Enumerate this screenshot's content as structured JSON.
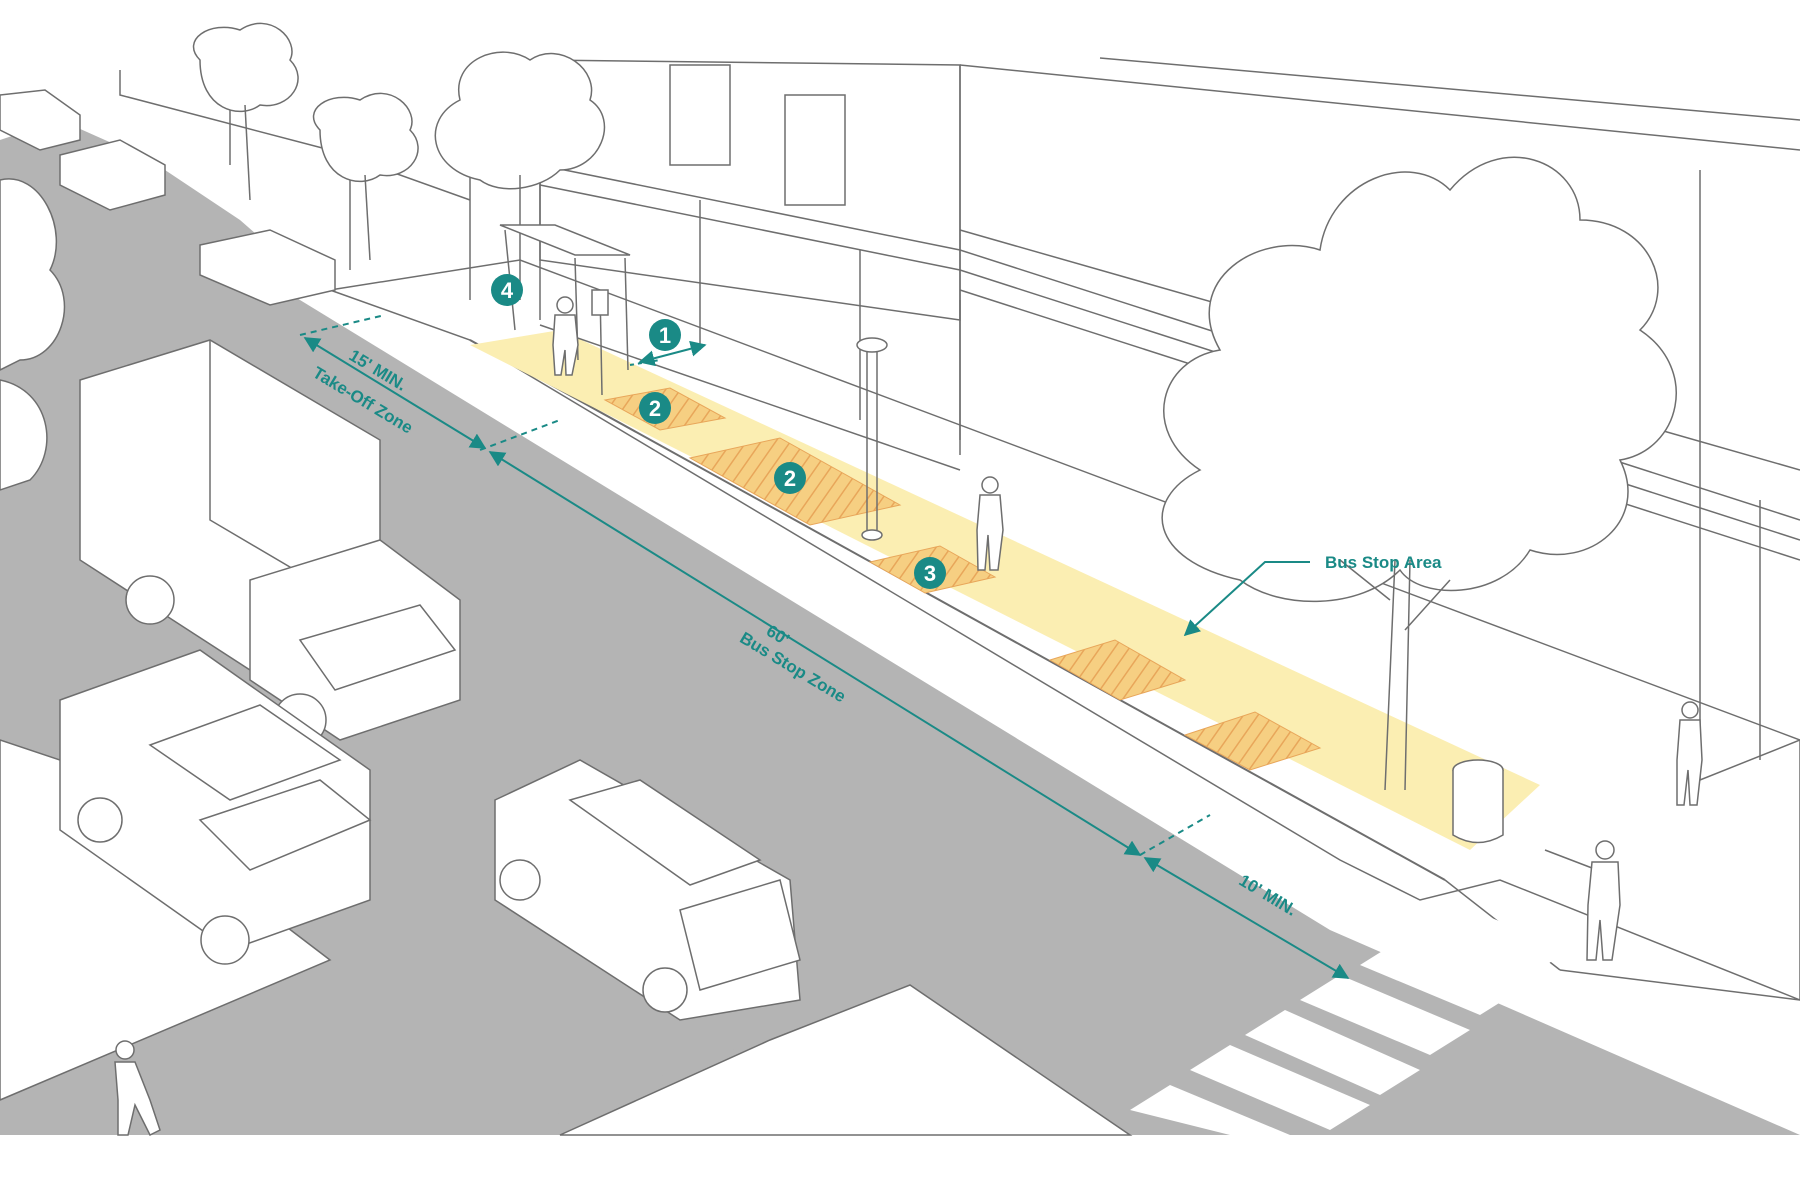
{
  "labels": {
    "bus_stop_area": "Bus Stop Area",
    "take_off_min": "15' MIN.",
    "take_off_zone": "Take-Off Zone",
    "stop_length": "60'",
    "bus_stop_zone": "Bus Stop Zone",
    "approach_min": "10' MIN."
  },
  "markers": {
    "m1": "1",
    "m2a": "2",
    "m2b": "2",
    "m3": "3",
    "m4": "4"
  },
  "colors": {
    "teal": "#1a8a86",
    "bus_stop_area_fill": "#fbeeb2",
    "hatch_fill": "#f6cf82",
    "hatch_line": "#e8a65a",
    "road": "#b4b4b4",
    "line_art": "#6e6e6e"
  }
}
